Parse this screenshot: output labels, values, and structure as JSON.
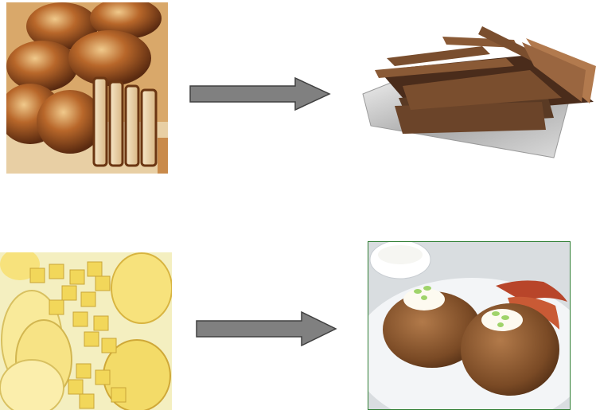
{
  "images": [
    {
      "id": "braid",
      "name": "braided-loaf-photo"
    },
    {
      "id": "crisp",
      "name": "crispbread-photo"
    },
    {
      "id": "raw",
      "name": "raw-potatoes-photo"
    },
    {
      "id": "baked",
      "name": "baked-potatoes-photo"
    }
  ],
  "arrows": [
    {
      "name": "arrow-right-icon",
      "fill": "#808080",
      "stroke": "#404040"
    },
    {
      "name": "arrow-right-icon",
      "fill": "#808080",
      "stroke": "#404040"
    }
  ],
  "colors": {
    "bread_crust": "#8a4a1c",
    "bread_light": "#e8c58e",
    "crispbread": "#5a3a24",
    "foil": "#c9c9c9",
    "potato_yellow": "#f3df73",
    "baked_skin": "#7a4a25",
    "plate": "#eef0f2",
    "frame_green": "#2e7d32"
  }
}
